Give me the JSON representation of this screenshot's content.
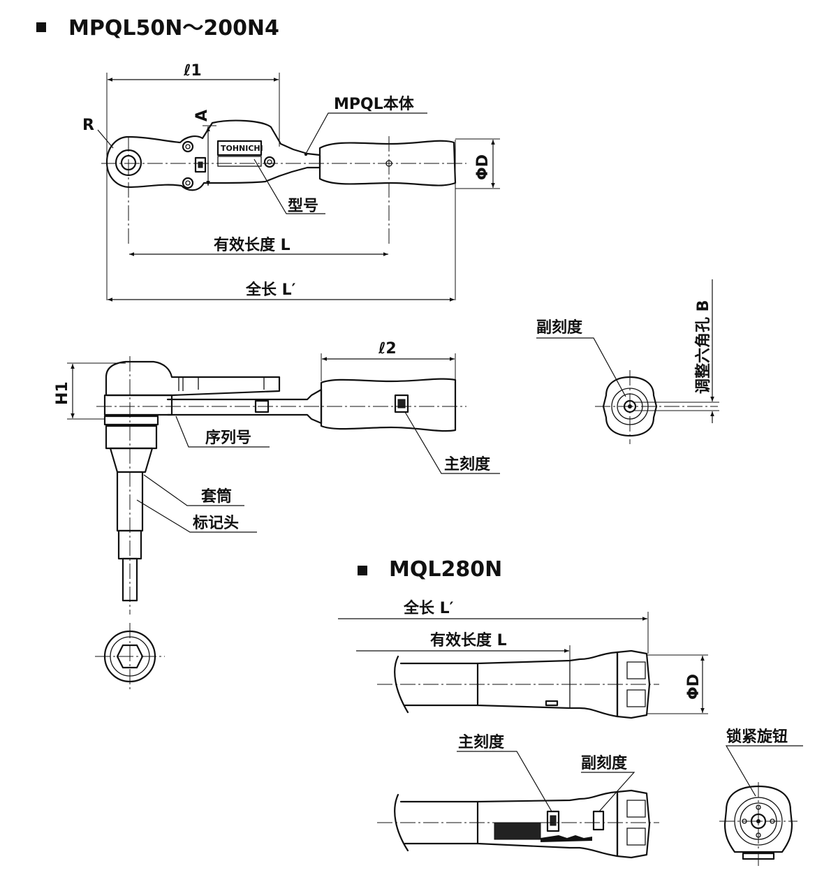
{
  "headings": {
    "top_model": "MPQL50N～200N4",
    "bottom_model": "MQL280N"
  },
  "top_labels": {
    "l1": "ℓ1",
    "r": "R",
    "a": "A",
    "body": "MPQL本体",
    "phi_d": "ΦD",
    "model_no": "型号",
    "effective_length": "有效长度 L",
    "total_length": "全长 L′",
    "logo": "TOHNICHI"
  },
  "side_labels": {
    "h1": "H1",
    "l2": "ℓ2",
    "serial_no": "序列号",
    "main_scale": "主刻度",
    "socket": "套筒",
    "marker_head": "标记头"
  },
  "end_view": {
    "sub_scale": "副刻度",
    "hex_hole": "调整六角孔 B"
  },
  "bottom_labels": {
    "total_length": "全长 L′",
    "effective_length": "有效长度 L",
    "phi_d": "ΦD",
    "main_scale": "主刻度",
    "sub_scale": "副刻度",
    "lock_knob": "锁紧旋钮"
  }
}
